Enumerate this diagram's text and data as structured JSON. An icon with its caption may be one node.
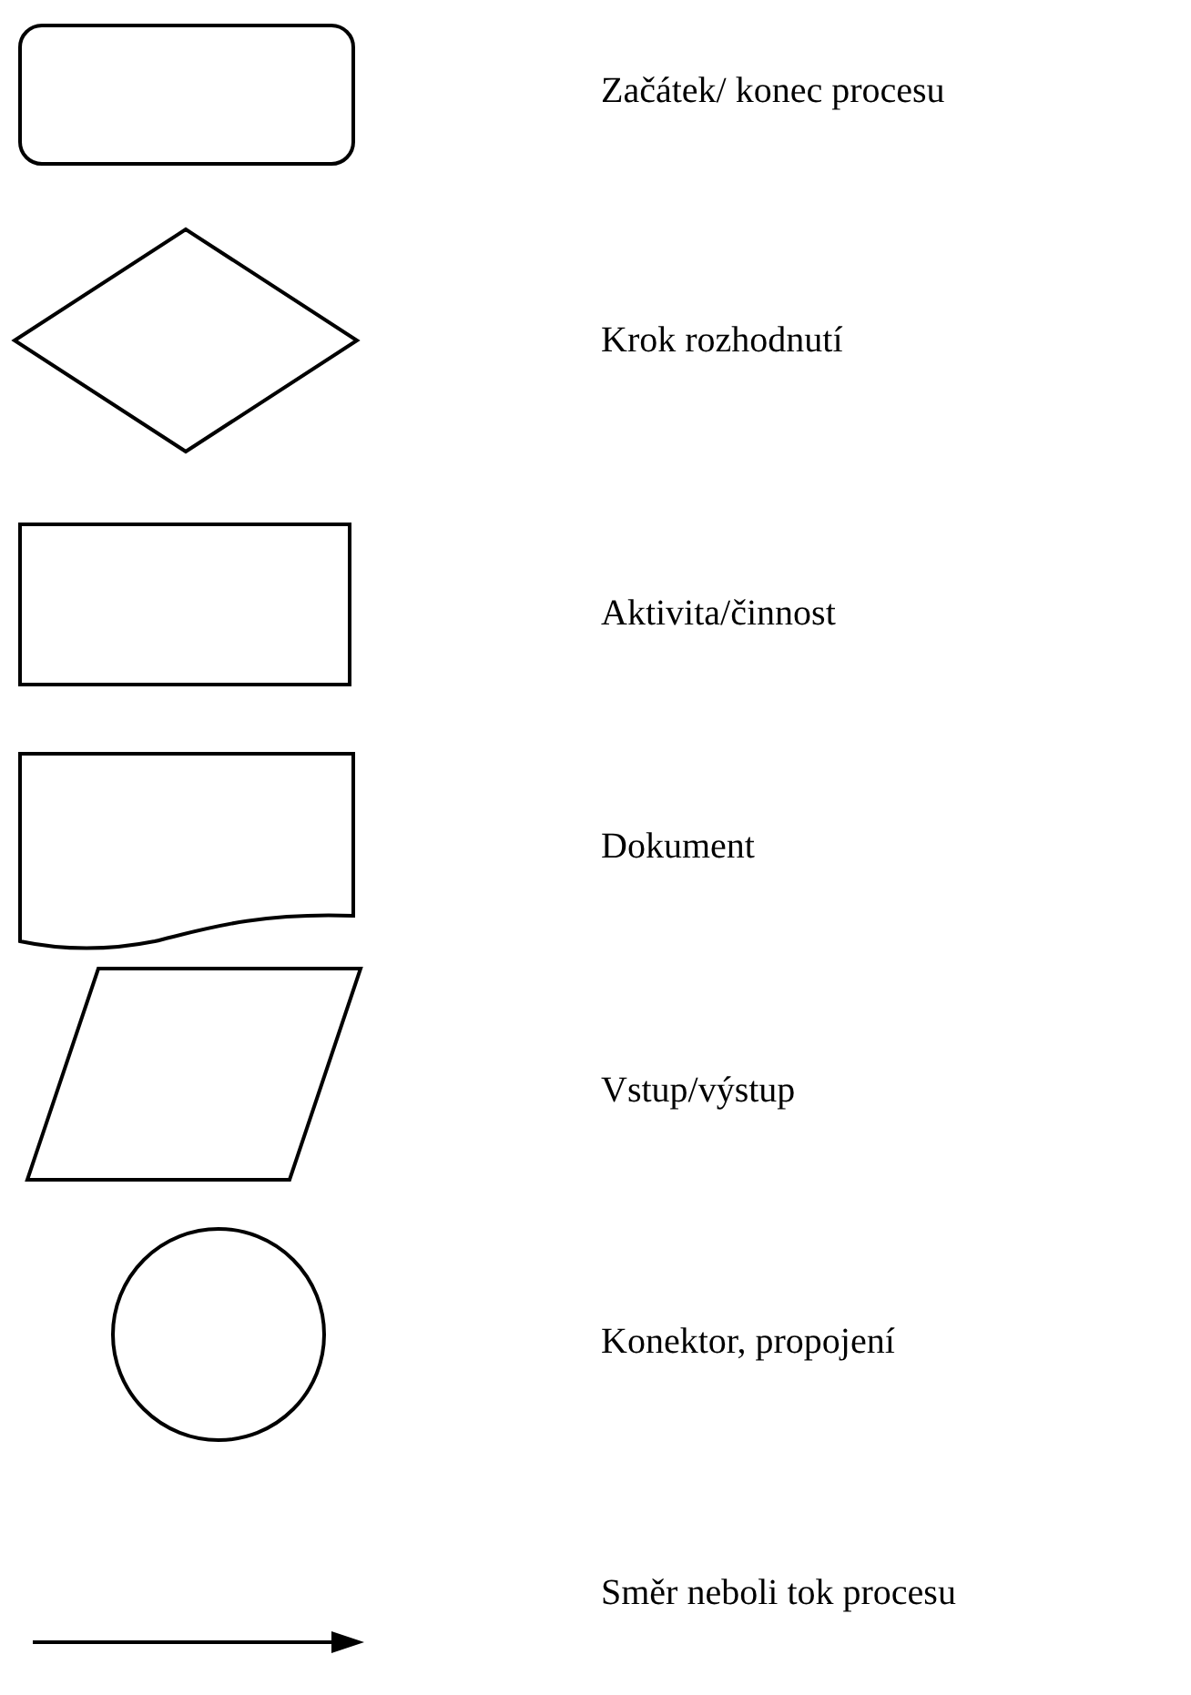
{
  "diagram": {
    "legend": [
      {
        "text": "Začátek/ konec procesu"
      },
      {
        "text": "Krok rozhodnutí"
      },
      {
        "text": "Aktivita/činnost"
      },
      {
        "text": "Dokument"
      },
      {
        "text": "Vstup/výstup"
      },
      {
        "text": "Konektor, propojení"
      },
      {
        "text": "Směr neboli tok procesu"
      }
    ]
  }
}
